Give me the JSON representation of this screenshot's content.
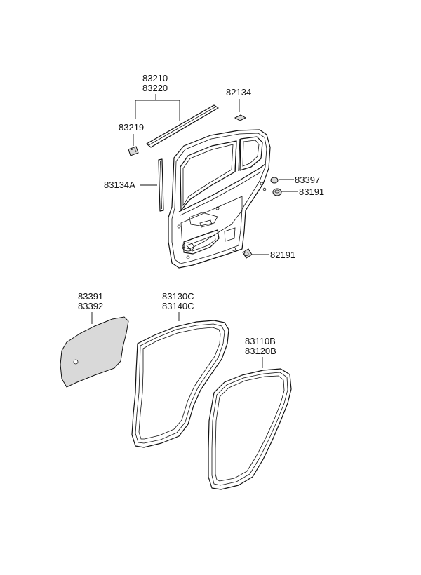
{
  "parts": {
    "molding_pair": [
      "83210",
      "83220"
    ],
    "clip_82134": "82134",
    "clip_83219": "83219",
    "channel_83134A": "83134A",
    "plug_83397": "83397",
    "plug_83191": "83191",
    "plug_82191": "82191",
    "seal_pad_pair": [
      "83391",
      "83392"
    ],
    "weatherstrip_body_pair": [
      "83130C",
      "83140C"
    ],
    "weatherstrip_door_pair": [
      "83110B",
      "83120B"
    ]
  }
}
